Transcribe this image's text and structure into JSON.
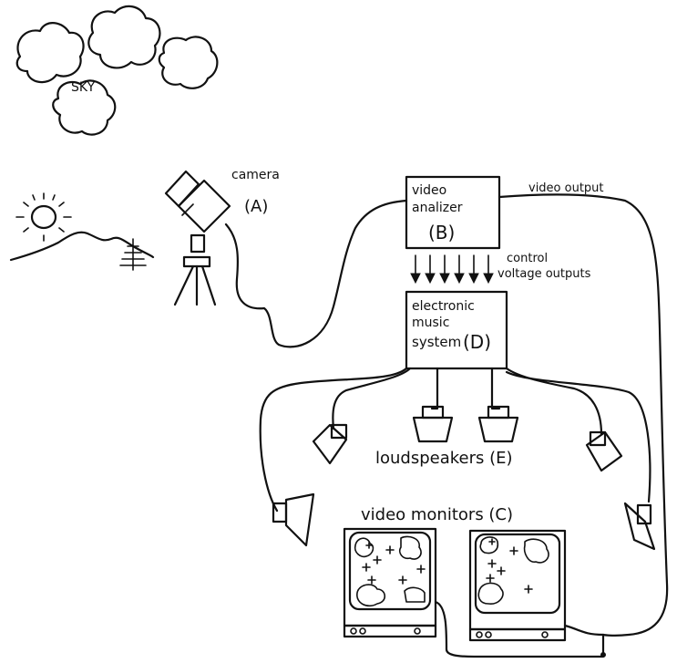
{
  "labels": {
    "sky": "SKY",
    "camera": "camera",
    "camera_id": "(A)",
    "analyzer_line1": "video",
    "analyzer_line2": "analizer",
    "analyzer_id": "(B)",
    "video_output": "video output",
    "control_line1": "control",
    "control_line2": "voltage outputs",
    "music_line1": "electronic",
    "music_line2": "music",
    "music_line3": "system",
    "music_id": "(D)",
    "loudspeakers": "loudspeakers (E)",
    "monitors": "video monitors (C)"
  }
}
